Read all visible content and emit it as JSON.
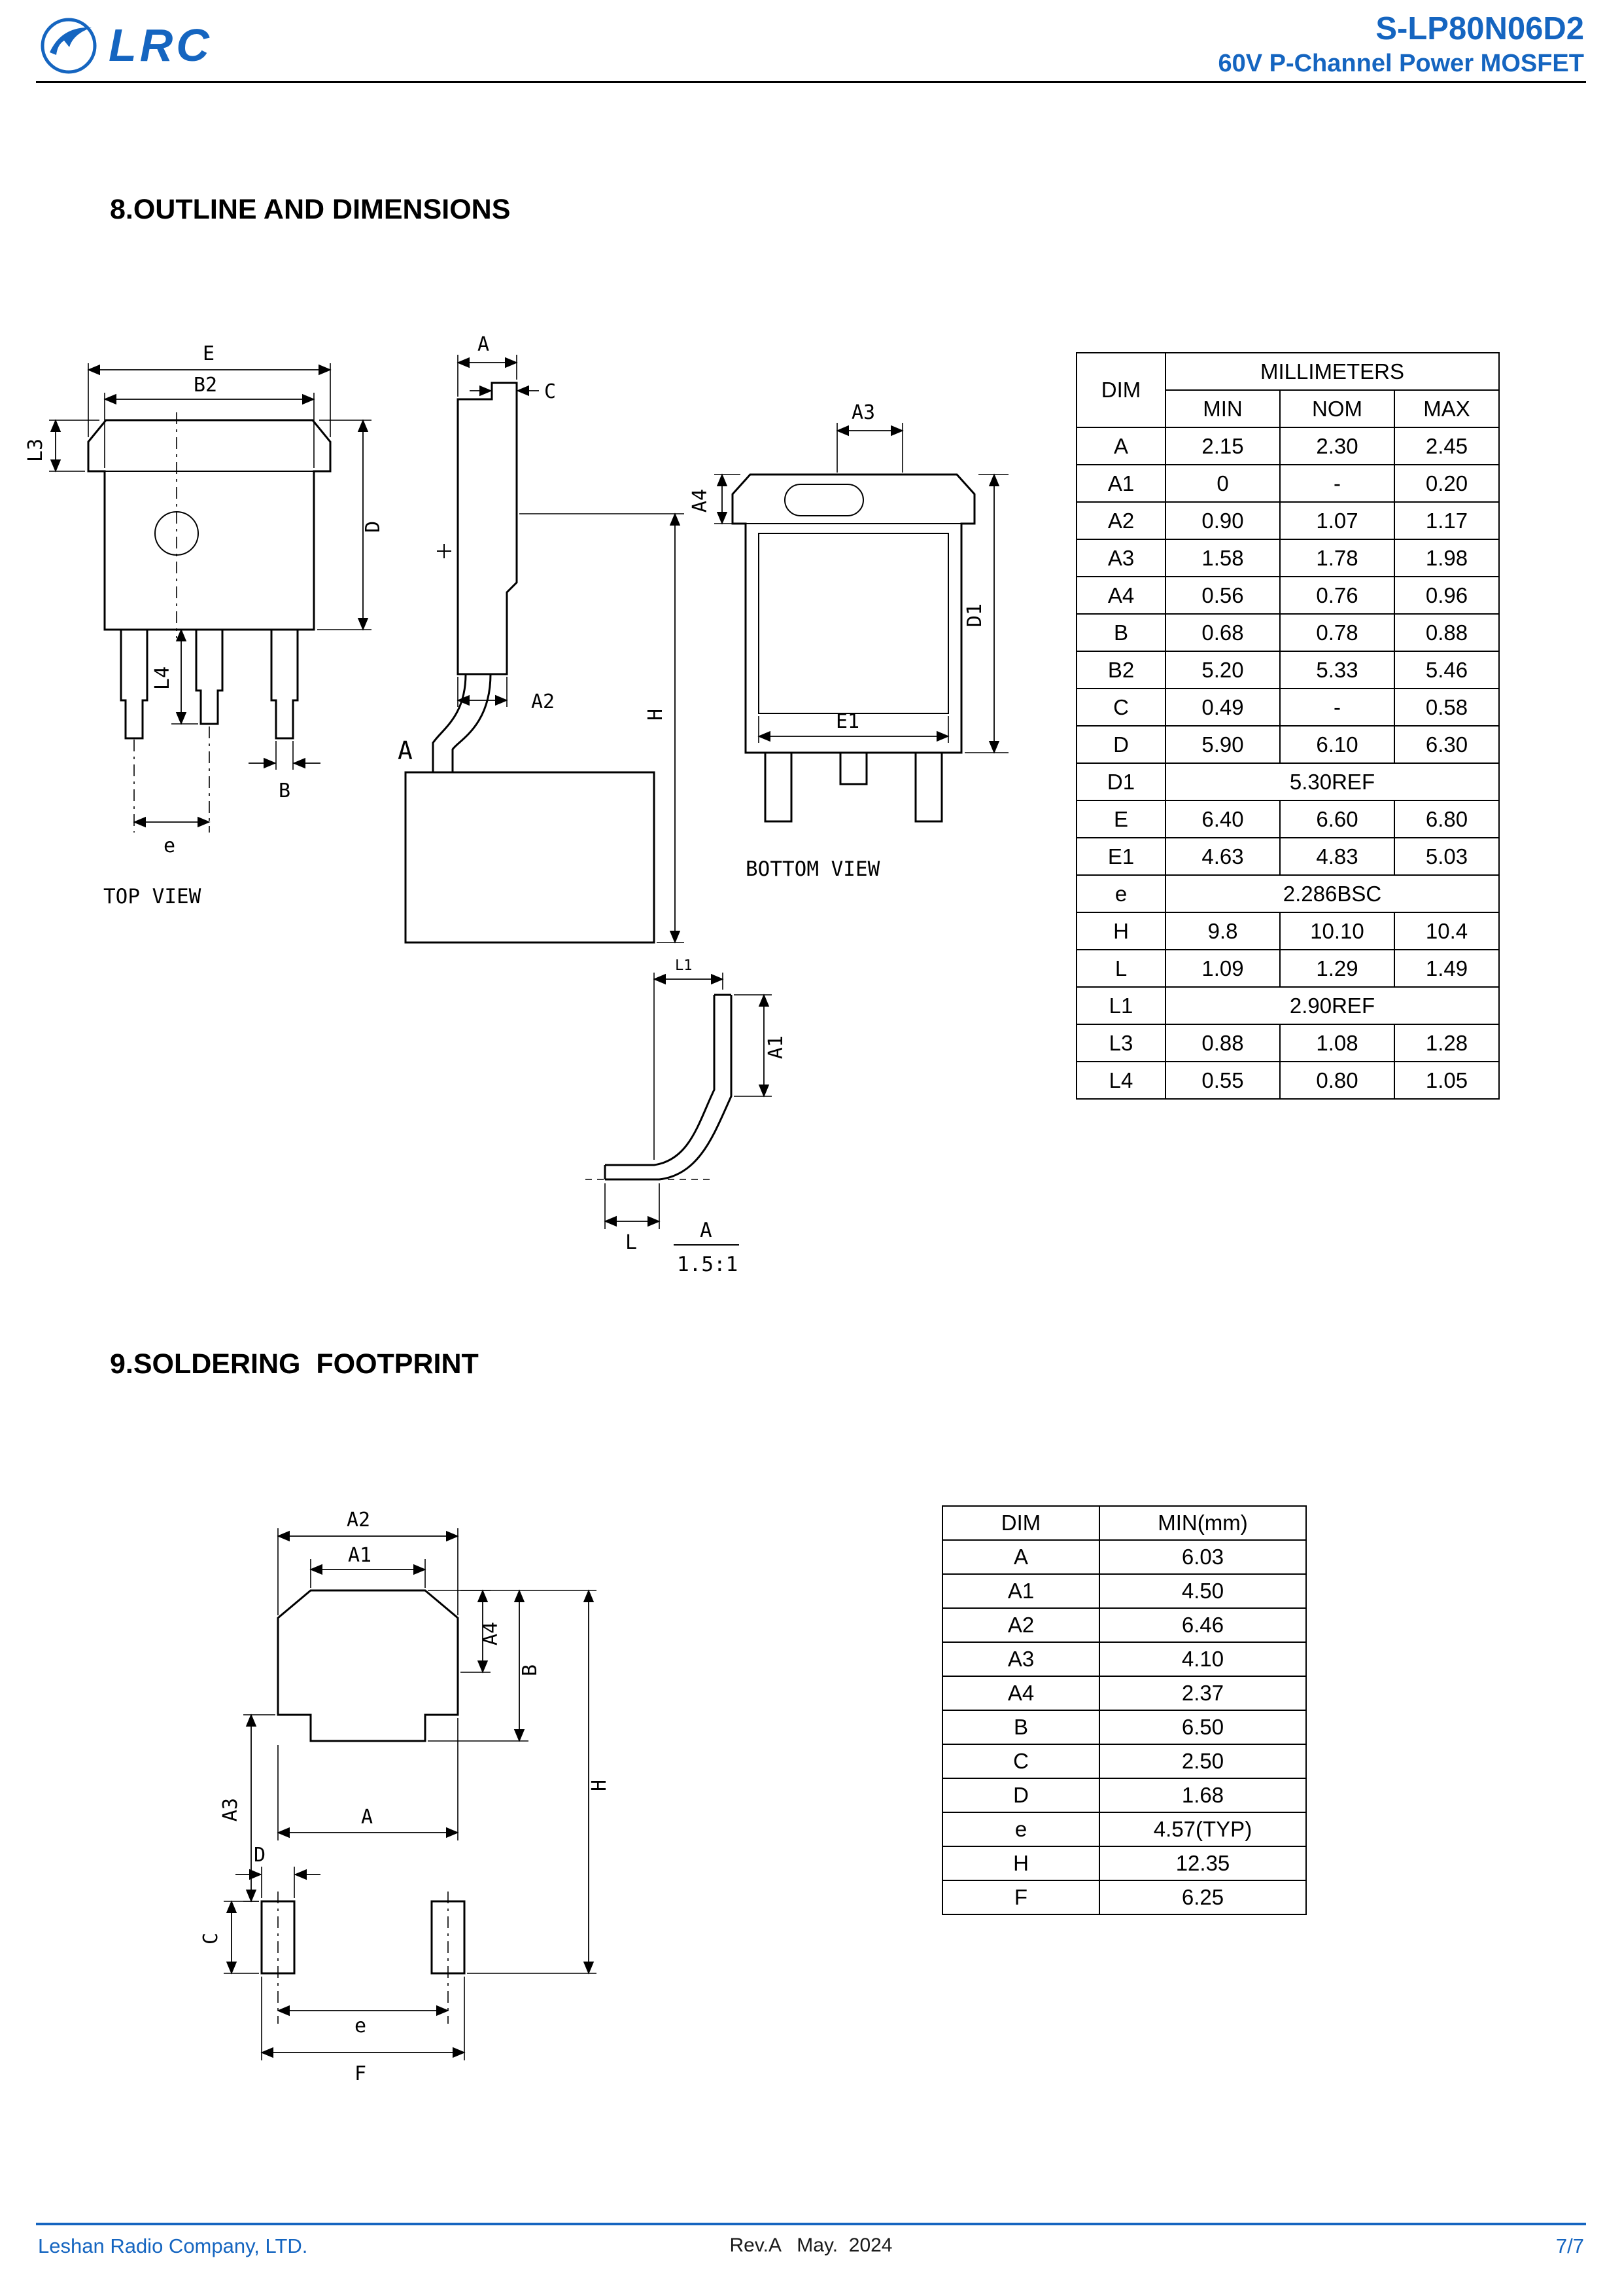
{
  "header": {
    "logo_text": "LRC",
    "part_number": "S-LP80N06D2",
    "subtitle": "60V P-Channel Power MOSFET"
  },
  "sections": {
    "outline_title": "8.OUTLINE AND DIMENSIONS",
    "soldering_title": "9.SOLDERING  FOOTPRINT"
  },
  "labels": {
    "top_view": "TOP VIEW",
    "bottom_view": "BOTTOM VIEW",
    "detail_name": "A",
    "detail_scale": "1.5:1",
    "A": "A",
    "A1": "A1",
    "A2": "A2",
    "A3": "A3",
    "A4": "A4",
    "B": "B",
    "B2": "B2",
    "C": "C",
    "D": "D",
    "D1": "D1",
    "E": "E",
    "E1": "E1",
    "e": "e",
    "H": "H",
    "L": "L",
    "L1": "L1",
    "L3": "L3",
    "L4": "L4",
    "F": "F"
  },
  "dimensions_table": {
    "col_dim": "DIM",
    "col_group": "MILLIMETERS",
    "col_min": "MIN",
    "col_nom": "NOM",
    "col_max": "MAX",
    "rows": [
      {
        "dim": "A",
        "min": "2.15",
        "nom": "2.30",
        "max": "2.45"
      },
      {
        "dim": "A1",
        "min": "0",
        "nom": "-",
        "max": "0.20"
      },
      {
        "dim": "A2",
        "min": "0.90",
        "nom": "1.07",
        "max": "1.17"
      },
      {
        "dim": "A3",
        "min": "1.58",
        "nom": "1.78",
        "max": "1.98"
      },
      {
        "dim": "A4",
        "min": "0.56",
        "nom": "0.76",
        "max": "0.96"
      },
      {
        "dim": "B",
        "min": "0.68",
        "nom": "0.78",
        "max": "0.88"
      },
      {
        "dim": "B2",
        "min": "5.20",
        "nom": "5.33",
        "max": "5.46"
      },
      {
        "dim": "C",
        "min": "0.49",
        "nom": "-",
        "max": "0.58"
      },
      {
        "dim": "D",
        "min": "5.90",
        "nom": "6.10",
        "max": "6.30"
      },
      {
        "dim": "D1",
        "span": "5.30REF"
      },
      {
        "dim": "E",
        "min": "6.40",
        "nom": "6.60",
        "max": "6.80"
      },
      {
        "dim": "E1",
        "min": "4.63",
        "nom": "4.83",
        "max": "5.03"
      },
      {
        "dim": "e",
        "span": "2.286BSC"
      },
      {
        "dim": "H",
        "min": "9.8",
        "nom": "10.10",
        "max": "10.4"
      },
      {
        "dim": "L",
        "min": "1.09",
        "nom": "1.29",
        "max": "1.49"
      },
      {
        "dim": "L1",
        "span": "2.90REF"
      },
      {
        "dim": "L3",
        "min": "0.88",
        "nom": "1.08",
        "max": "1.28"
      },
      {
        "dim": "L4",
        "min": "0.55",
        "nom": "0.80",
        "max": "1.05"
      }
    ]
  },
  "footprint_table": {
    "col_dim": "DIM",
    "col_min": "MIN(mm)",
    "rows": [
      {
        "dim": "A",
        "min": "6.03"
      },
      {
        "dim": "A1",
        "min": "4.50"
      },
      {
        "dim": "A2",
        "min": "6.46"
      },
      {
        "dim": "A3",
        "min": "4.10"
      },
      {
        "dim": "A4",
        "min": "2.37"
      },
      {
        "dim": "B",
        "min": "6.50"
      },
      {
        "dim": "C",
        "min": "2.50"
      },
      {
        "dim": "D",
        "min": "1.68"
      },
      {
        "dim": "e",
        "min": "4.57(TYP)"
      },
      {
        "dim": "H",
        "min": "12.35"
      },
      {
        "dim": "F",
        "min": "6.25"
      }
    ]
  },
  "footer": {
    "company": "Leshan Radio Company, LTD.",
    "revision": "Rev.A   May.  2024",
    "page": "7/7"
  },
  "colors": {
    "brand_blue": "#1565c0",
    "line_black": "#000000"
  }
}
